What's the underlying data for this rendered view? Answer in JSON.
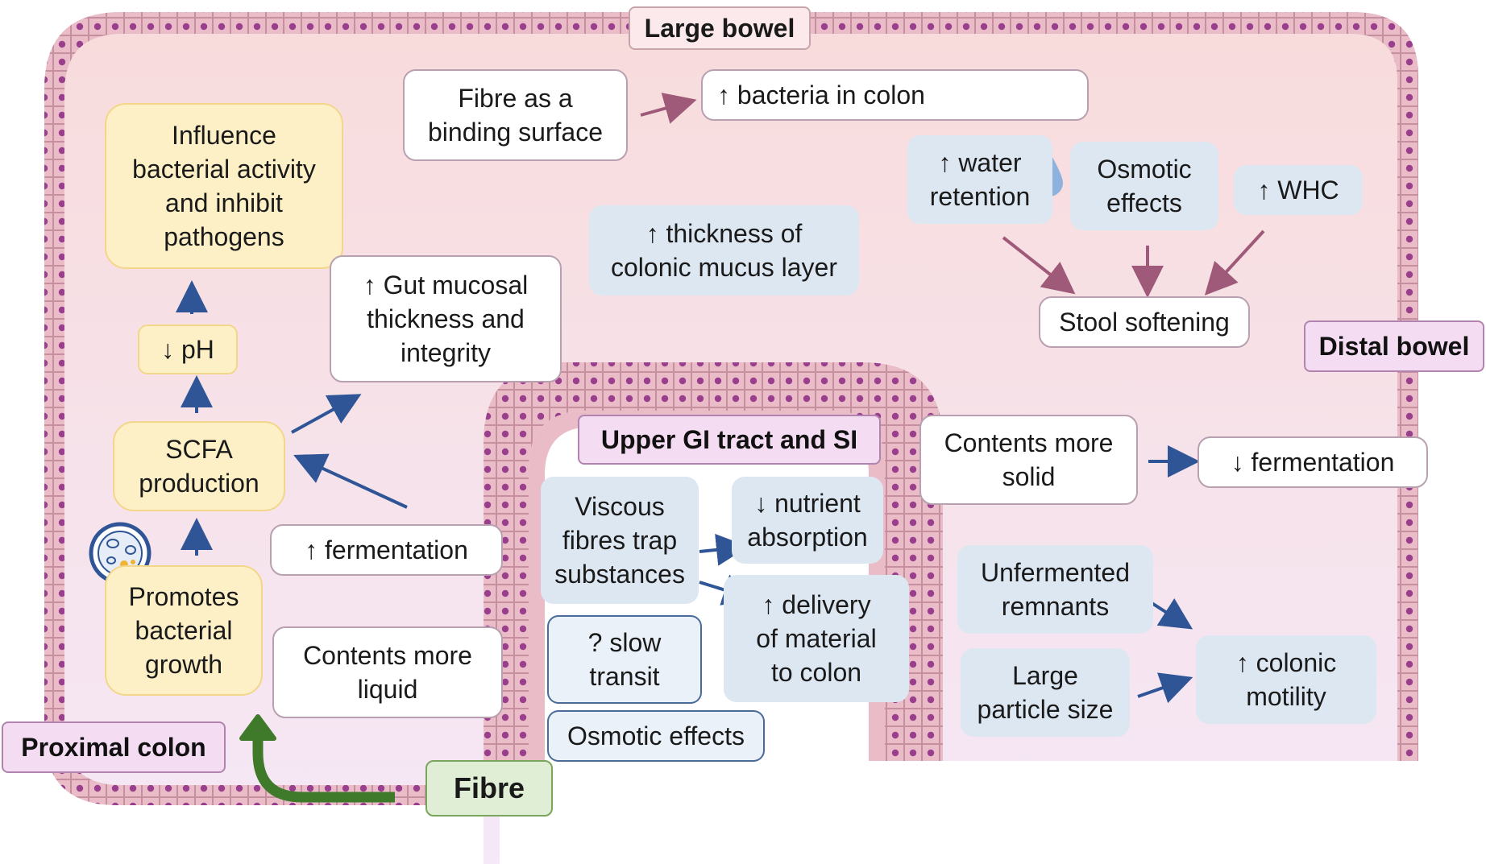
{
  "labels": {
    "large_bowel": "Large bowel",
    "distal_bowel": "Distal bowel",
    "proximal_colon": "Proximal colon",
    "upper_gi": "Upper GI tract and SI",
    "fibre": "Fibre"
  },
  "proximal": {
    "influence": "Influence\nbacterial activity\nand inhibit\npathogens",
    "ph": "↓ pH",
    "scfa": "SCFA\nproduction",
    "promotes": "Promotes\nbacterial\ngrowth",
    "fermentation_up": "↑ fermentation",
    "contents_liquid": "Contents more\nliquid",
    "gut_mucosal": "↑ Gut mucosal\nthickness and\nintegrity"
  },
  "large": {
    "binding": "Fibre as a\nbinding surface",
    "bacteria": "↑ bacteria in colon",
    "mucus": "↑ thickness of\ncolonic mucus layer",
    "water": "↑ water\nretention",
    "osmotic": "Osmotic\neffects",
    "whc": "↑ WHC",
    "stool": "Stool softening"
  },
  "upper": {
    "viscous": "Viscous\nfibres trap\nsubstances",
    "nutrient": "↓ nutrient\nabsorption",
    "delivery": "↑ delivery\nof material\nto colon",
    "slow": "? slow\ntransit",
    "osmotic": "Osmotic effects"
  },
  "distal": {
    "solid": "Contents more\nsolid",
    "fermentation_down": "↓ fermentation",
    "unfermented": "Unfermented\nremnants",
    "particle": "Large\nparticle size",
    "motility": "↑ colonic\nmotility"
  },
  "colors": {
    "wall_fill": "#e9bcc8",
    "wall_dot": "#9a3f8e",
    "lumen_top": "#f8dcdc",
    "lumen_bottom": "#f4e6f6",
    "arrow_blue": "#2f5597",
    "arrow_pink": "#9e5a78",
    "arrow_green": "#3f7a2b"
  }
}
